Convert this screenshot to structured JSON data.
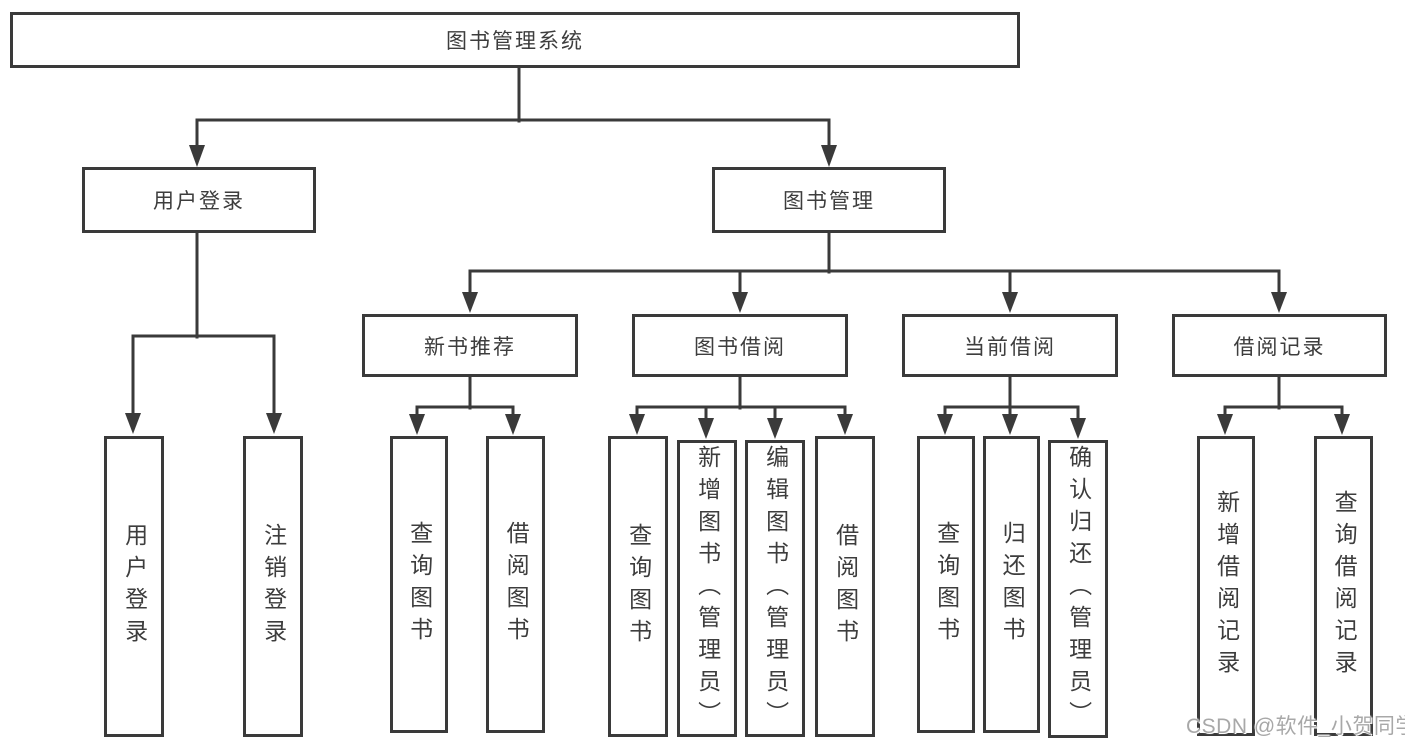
{
  "diagram": {
    "root": {
      "label": "图书管理系统"
    },
    "branches": [
      {
        "label": "用户登录",
        "children": [
          {
            "label": "用户登录"
          },
          {
            "label": "注销登录"
          }
        ]
      },
      {
        "label": "图书管理",
        "groups": [
          {
            "label": "新书推荐",
            "children": [
              {
                "label": "查询图书"
              },
              {
                "label": "借阅图书"
              }
            ]
          },
          {
            "label": "图书借阅",
            "children": [
              {
                "label": "查询图书"
              },
              {
                "label": "新增图书（管理员）"
              },
              {
                "label": "编辑图书（管理员）"
              },
              {
                "label": "借阅图书"
              }
            ]
          },
          {
            "label": "当前借阅",
            "children": [
              {
                "label": "查询图书"
              },
              {
                "label": "归还图书"
              },
              {
                "label": "确认归还（管理员）"
              }
            ]
          },
          {
            "label": "借阅记录",
            "children": [
              {
                "label": "新增借阅记录"
              },
              {
                "label": "查询借阅记录"
              }
            ]
          }
        ]
      }
    ]
  },
  "watermark": {
    "text": "CSDN @软件_小贺同学"
  },
  "colors": {
    "line": "#3a3a3a",
    "text": "#3d3d3d",
    "watermark": "#a8a8a8",
    "background": "#ffffff"
  }
}
